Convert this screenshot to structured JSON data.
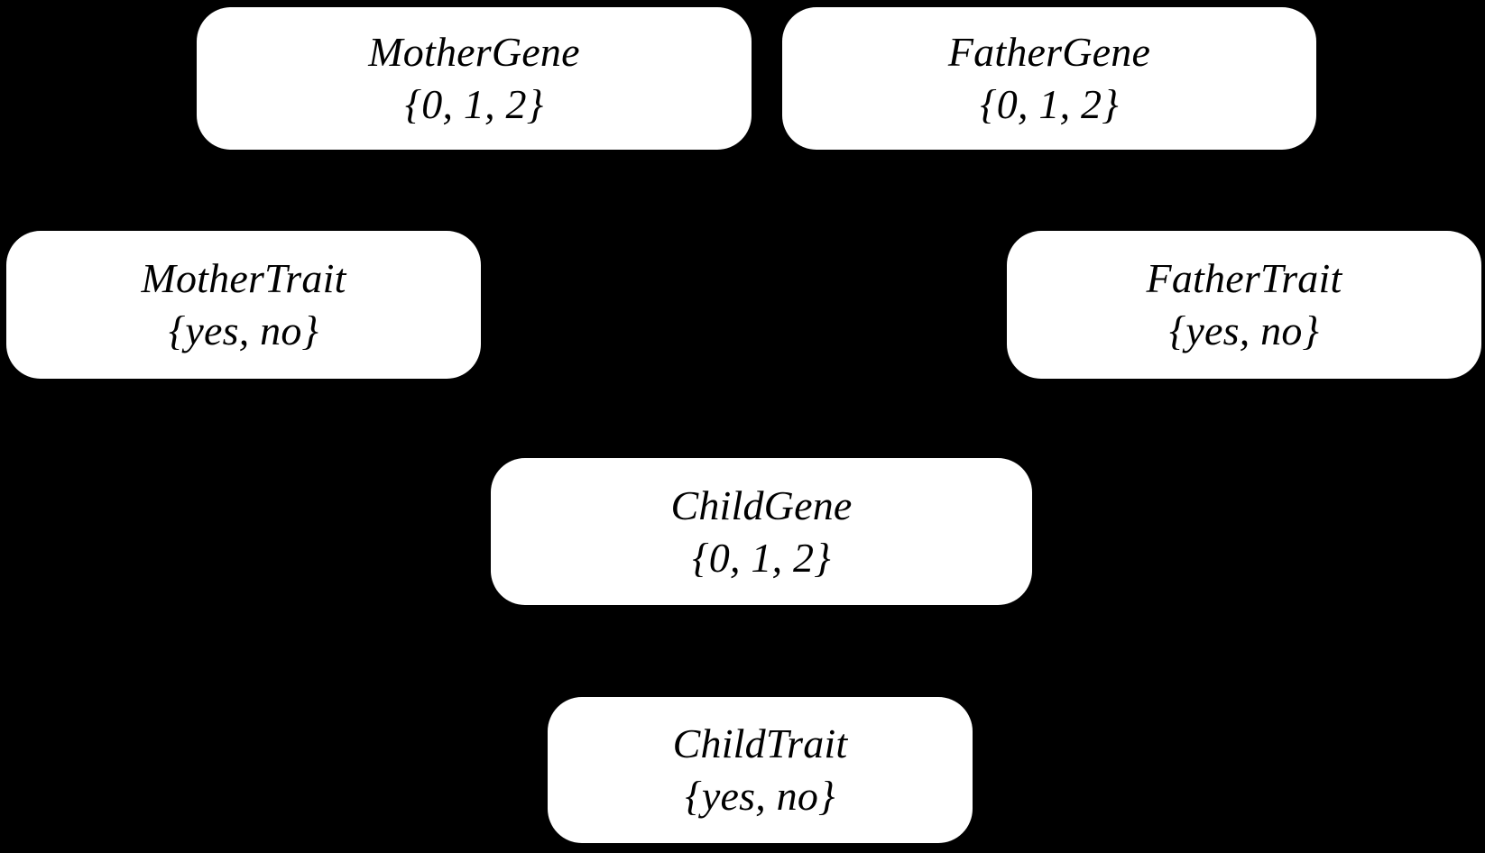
{
  "diagram": {
    "type": "bayesian-network",
    "title": "",
    "background_color": "#000000",
    "node_fill_color": "#ffffff",
    "node_text_color": "#000000",
    "nodes": [
      {
        "id": "mother-gene",
        "label": "MotherGene",
        "domain": "{0, 1, 2}",
        "values": [
          "0",
          "1",
          "2"
        ]
      },
      {
        "id": "father-gene",
        "label": "FatherGene",
        "domain": "{0, 1, 2}",
        "values": [
          "0",
          "1",
          "2"
        ]
      },
      {
        "id": "mother-trait",
        "label": "MotherTrait",
        "domain": "{yes, no}",
        "values": [
          "yes",
          "no"
        ]
      },
      {
        "id": "father-trait",
        "label": "FatherTrait",
        "domain": "{yes, no}",
        "values": [
          "yes",
          "no"
        ]
      },
      {
        "id": "child-gene",
        "label": "ChildGene",
        "domain": "{0, 1, 2}",
        "values": [
          "0",
          "1",
          "2"
        ]
      },
      {
        "id": "child-trait",
        "label": "ChildTrait",
        "domain": "{yes, no}",
        "values": [
          "yes",
          "no"
        ]
      }
    ]
  }
}
